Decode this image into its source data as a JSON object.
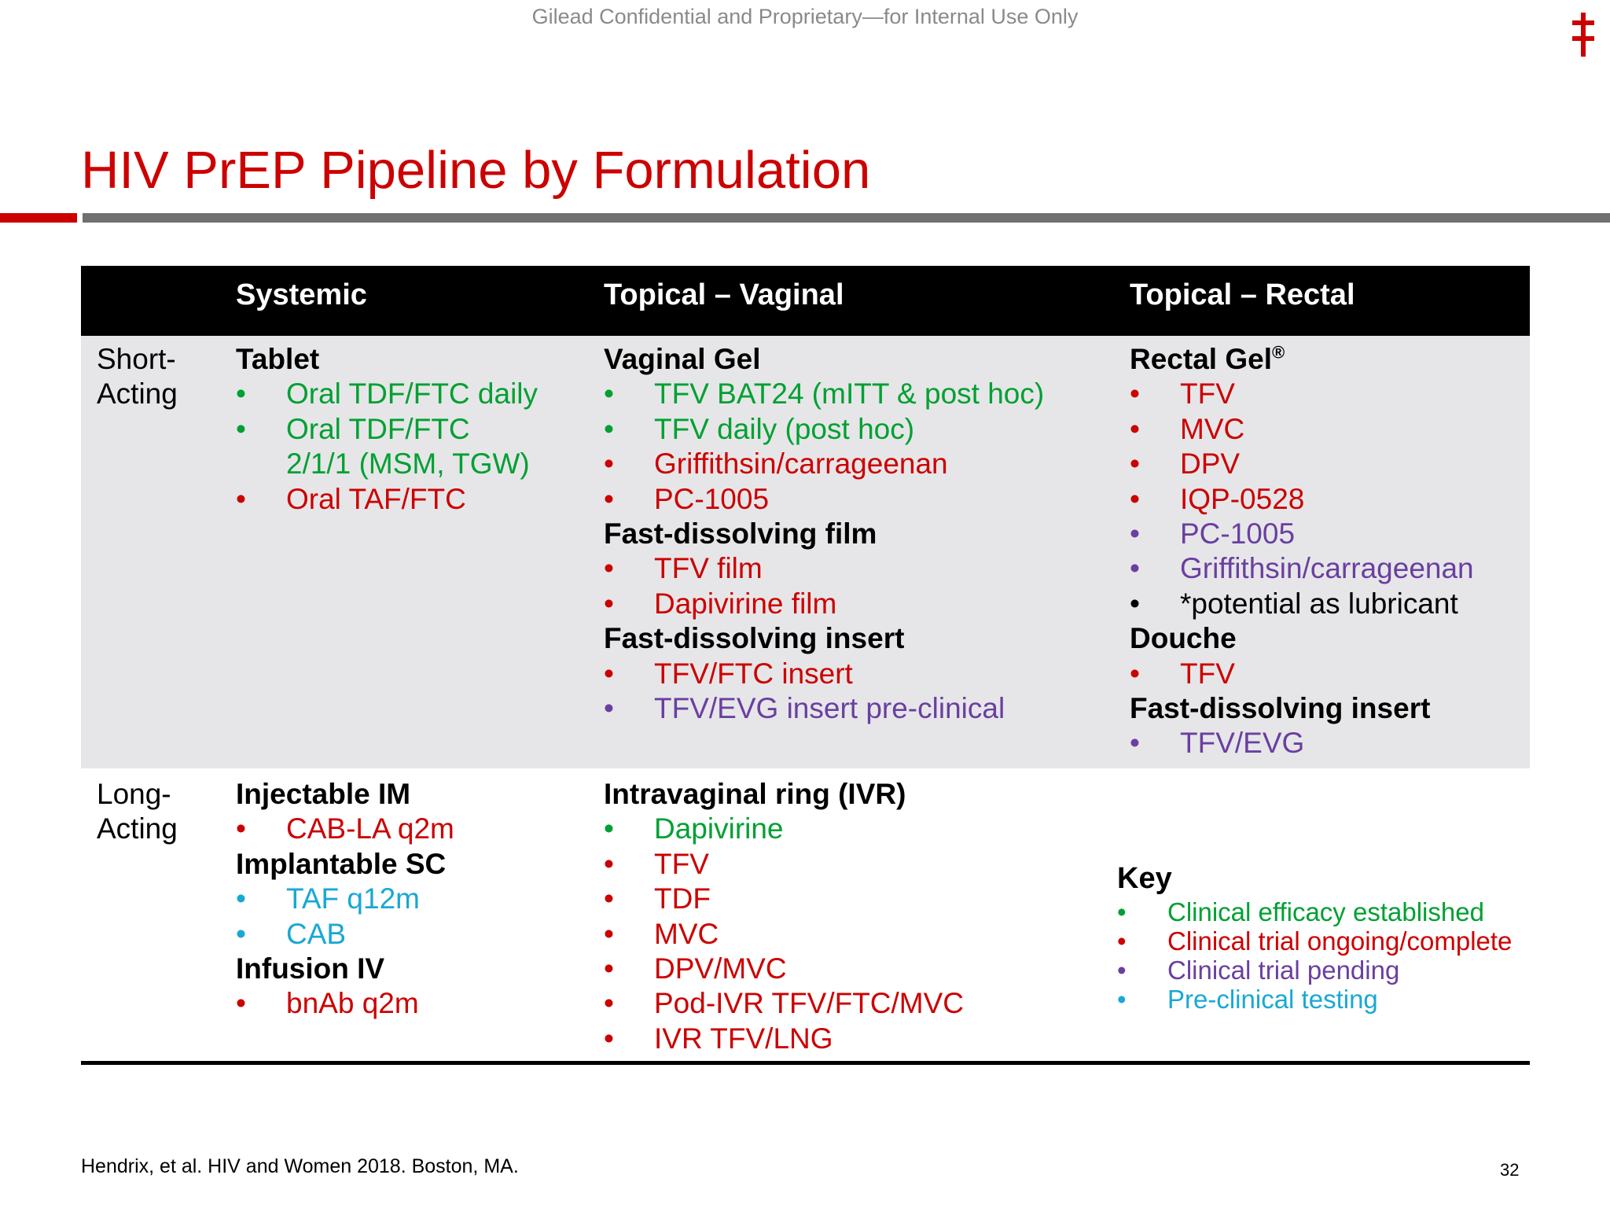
{
  "header": {
    "confidential": "Gilead Confidential and Proprietary—for Internal Use Only",
    "title": "HIV PrEP Pipeline by Formulation"
  },
  "columns": {
    "systemic": "Systemic",
    "vaginal": "Topical – Vaginal",
    "rectal": "Topical – Rectal"
  },
  "rows": {
    "short_label": [
      "Short-",
      "Acting"
    ],
    "long_label": [
      "Long-",
      "Acting"
    ]
  },
  "short": {
    "systemic": [
      {
        "type": "h",
        "text": "Tablet"
      },
      {
        "type": "i",
        "color": "green",
        "text": "Oral TDF/FTC daily"
      },
      {
        "type": "i",
        "color": "green",
        "text": "Oral TDF/FTC"
      },
      {
        "type": "c",
        "color": "green",
        "text": "2/1/1 (MSM, TGW)"
      },
      {
        "type": "i",
        "color": "red",
        "text": "Oral TAF/FTC"
      }
    ],
    "vaginal": [
      {
        "type": "h",
        "text": "Vaginal Gel"
      },
      {
        "type": "i",
        "color": "green",
        "text": "TFV BAT24 (mITT & post hoc)"
      },
      {
        "type": "i",
        "color": "green",
        "text": "TFV daily (post hoc)"
      },
      {
        "type": "i",
        "color": "red",
        "text": "Griffithsin/carrageenan"
      },
      {
        "type": "i",
        "color": "red",
        "text": "PC-1005"
      },
      {
        "type": "h",
        "text": "Fast-dissolving film"
      },
      {
        "type": "i",
        "color": "red",
        "text": "TFV film"
      },
      {
        "type": "i",
        "color": "red",
        "text": "Dapivirine film"
      },
      {
        "type": "h",
        "text": "Fast-dissolving insert"
      },
      {
        "type": "i",
        "color": "red",
        "text": "TFV/FTC insert"
      },
      {
        "type": "i",
        "color": "purple",
        "text": "TFV/EVG insert pre-clinical"
      }
    ],
    "rectal": [
      {
        "type": "h",
        "text": "Rectal Gel",
        "sup": "®"
      },
      {
        "type": "i",
        "color": "red",
        "text": "TFV"
      },
      {
        "type": "i",
        "color": "red",
        "text": "MVC"
      },
      {
        "type": "i",
        "color": "red",
        "text": "DPV"
      },
      {
        "type": "i",
        "color": "red",
        "text": "IQP-0528"
      },
      {
        "type": "i",
        "color": "purple",
        "text": "PC-1005"
      },
      {
        "type": "i",
        "color": "purple",
        "text": "Griffithsin/carrageenan"
      },
      {
        "type": "i",
        "color": "black",
        "text": "*potential as lubricant"
      },
      {
        "type": "h",
        "text": "Douche"
      },
      {
        "type": "i",
        "color": "red",
        "text": "TFV"
      },
      {
        "type": "h",
        "text": "Fast-dissolving insert"
      },
      {
        "type": "i",
        "color": "purple",
        "text": "TFV/EVG"
      }
    ]
  },
  "long": {
    "systemic": [
      {
        "type": "h",
        "text": "Injectable IM"
      },
      {
        "type": "i",
        "color": "red",
        "text": "CAB-LA q2m"
      },
      {
        "type": "h",
        "text": "Implantable SC"
      },
      {
        "type": "i",
        "color": "cyan",
        "text": "TAF q12m"
      },
      {
        "type": "i",
        "color": "cyan",
        "text": "CAB"
      },
      {
        "type": "h",
        "text": "Infusion IV"
      },
      {
        "type": "i",
        "color": "red",
        "text": "bnAb q2m"
      }
    ],
    "vaginal": [
      {
        "type": "h",
        "text": "Intravaginal ring (IVR)"
      },
      {
        "type": "i",
        "color": "green",
        "text": "Dapivirine"
      },
      {
        "type": "i",
        "color": "red",
        "text": "TFV"
      },
      {
        "type": "i",
        "color": "red",
        "text": "TDF"
      },
      {
        "type": "i",
        "color": "red",
        "text": "MVC"
      },
      {
        "type": "i",
        "color": "red",
        "text": "DPV/MVC"
      },
      {
        "type": "i",
        "color": "red",
        "text": "Pod-IVR TFV/FTC/MVC"
      },
      {
        "type": "i",
        "color": "red",
        "text": "IVR TFV/LNG"
      }
    ]
  },
  "key": {
    "title": "Key",
    "items": [
      {
        "color": "green",
        "text": "Clinical efficacy established"
      },
      {
        "color": "red",
        "text": "Clinical trial ongoing/complete"
      },
      {
        "color": "purple",
        "text": "Clinical trial pending"
      },
      {
        "color": "cyan",
        "text": "Pre-clinical testing"
      }
    ]
  },
  "colors": {
    "accent_red": "#cc0000",
    "green": "#00a032",
    "purple": "#6a3fa0",
    "cyan": "#19a8d4",
    "rule_gray": "#707070",
    "band_gray": "#e6e6e8"
  },
  "footer": {
    "citation": "Hendrix, et al. HIV and Women 2018. Boston, MA.",
    "page": "32"
  },
  "icons": {
    "logo": "gilead-double-dagger-logo-icon",
    "bullet": "•"
  }
}
